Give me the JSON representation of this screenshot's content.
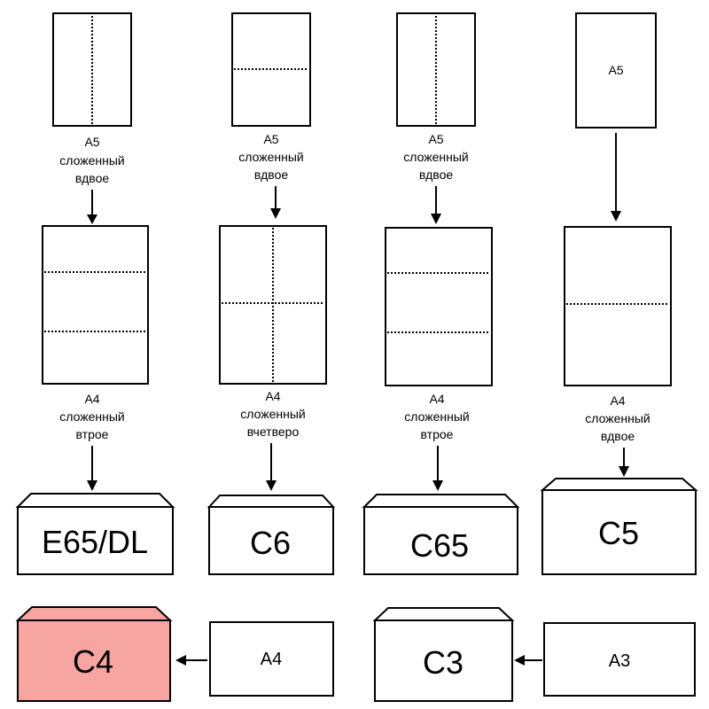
{
  "columns": [
    {
      "top_caption": [
        "A5",
        "сложенный",
        "вдвое"
      ],
      "mid_caption": [
        "A4",
        "сложенный",
        "втрое"
      ],
      "envelope": "E65/DL"
    },
    {
      "top_caption": [
        "A5",
        "сложенный",
        "вдвое"
      ],
      "mid_caption": [
        "A4",
        "сложенный",
        "вчетверо"
      ],
      "envelope": "C6"
    },
    {
      "top_caption": [
        "A5",
        "сложенный",
        "вдвое"
      ],
      "mid_caption": [
        "A4",
        "сложенный",
        "втрое"
      ],
      "envelope": "C65"
    },
    {
      "top_inner_label": "A5",
      "mid_caption": [
        "A4",
        "сложенный",
        "вдвое"
      ],
      "envelope": "C5"
    }
  ],
  "bottom_row": {
    "left_envelope": "C4",
    "left_source": "A4",
    "right_envelope": "C3",
    "right_source": "A3"
  },
  "colors": {
    "highlight_envelope": "#f7a5a1"
  }
}
